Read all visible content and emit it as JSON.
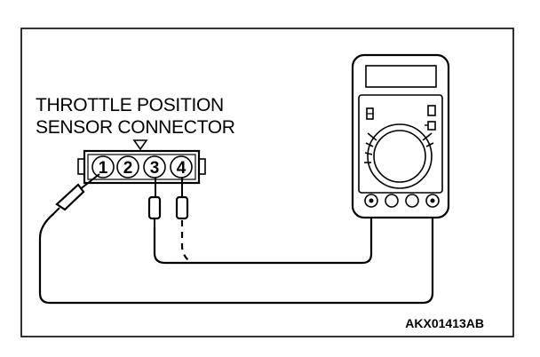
{
  "connector_label_line1": "THROTTLE POSITION",
  "connector_label_line2": "SENSOR CONNECTOR",
  "pins": [
    "1",
    "2",
    "3",
    "4"
  ],
  "figure_code": "AKX01413AB"
}
